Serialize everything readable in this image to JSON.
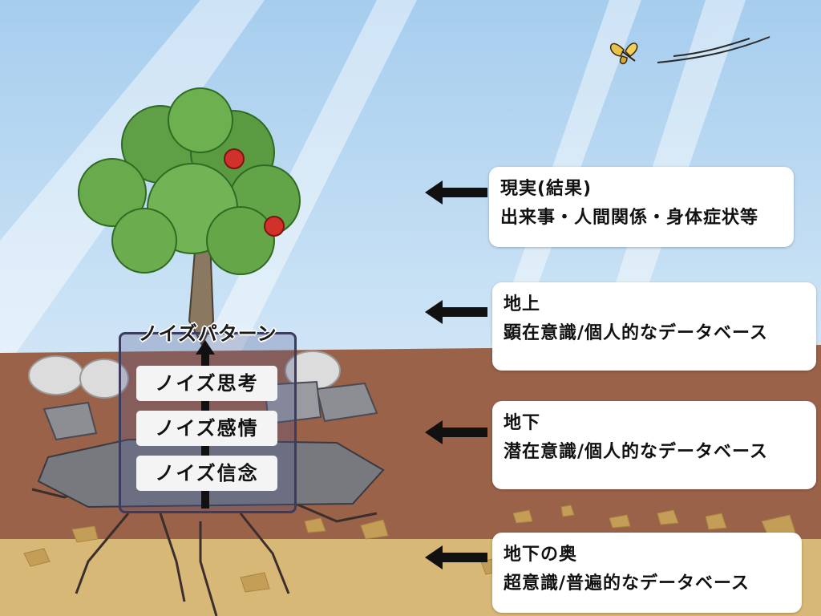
{
  "layers": [
    {
      "id": "reality",
      "title": "現実(結果)",
      "subtitle": "出来事・人間関係・身体症状等"
    },
    {
      "id": "above_ground",
      "title": "地上",
      "subtitle": "顕在意識/個人的なデータベース"
    },
    {
      "id": "underground",
      "title": "地下",
      "subtitle": "潜在意識/個人的なデータベース"
    },
    {
      "id": "deep_underground",
      "title": "地下の奥",
      "subtitle": "超意識/普遍的なデータベース"
    }
  ],
  "noise_pattern": {
    "title": "ノイズパターン",
    "items": [
      "ノイズ思考",
      "ノイズ感情",
      "ノイズ信念"
    ]
  },
  "colors": {
    "sky": "#b8d8f2",
    "soil": "#9a6248",
    "bedrock": "#d8b877",
    "arrow": "#111111",
    "card": "#ffffff"
  }
}
